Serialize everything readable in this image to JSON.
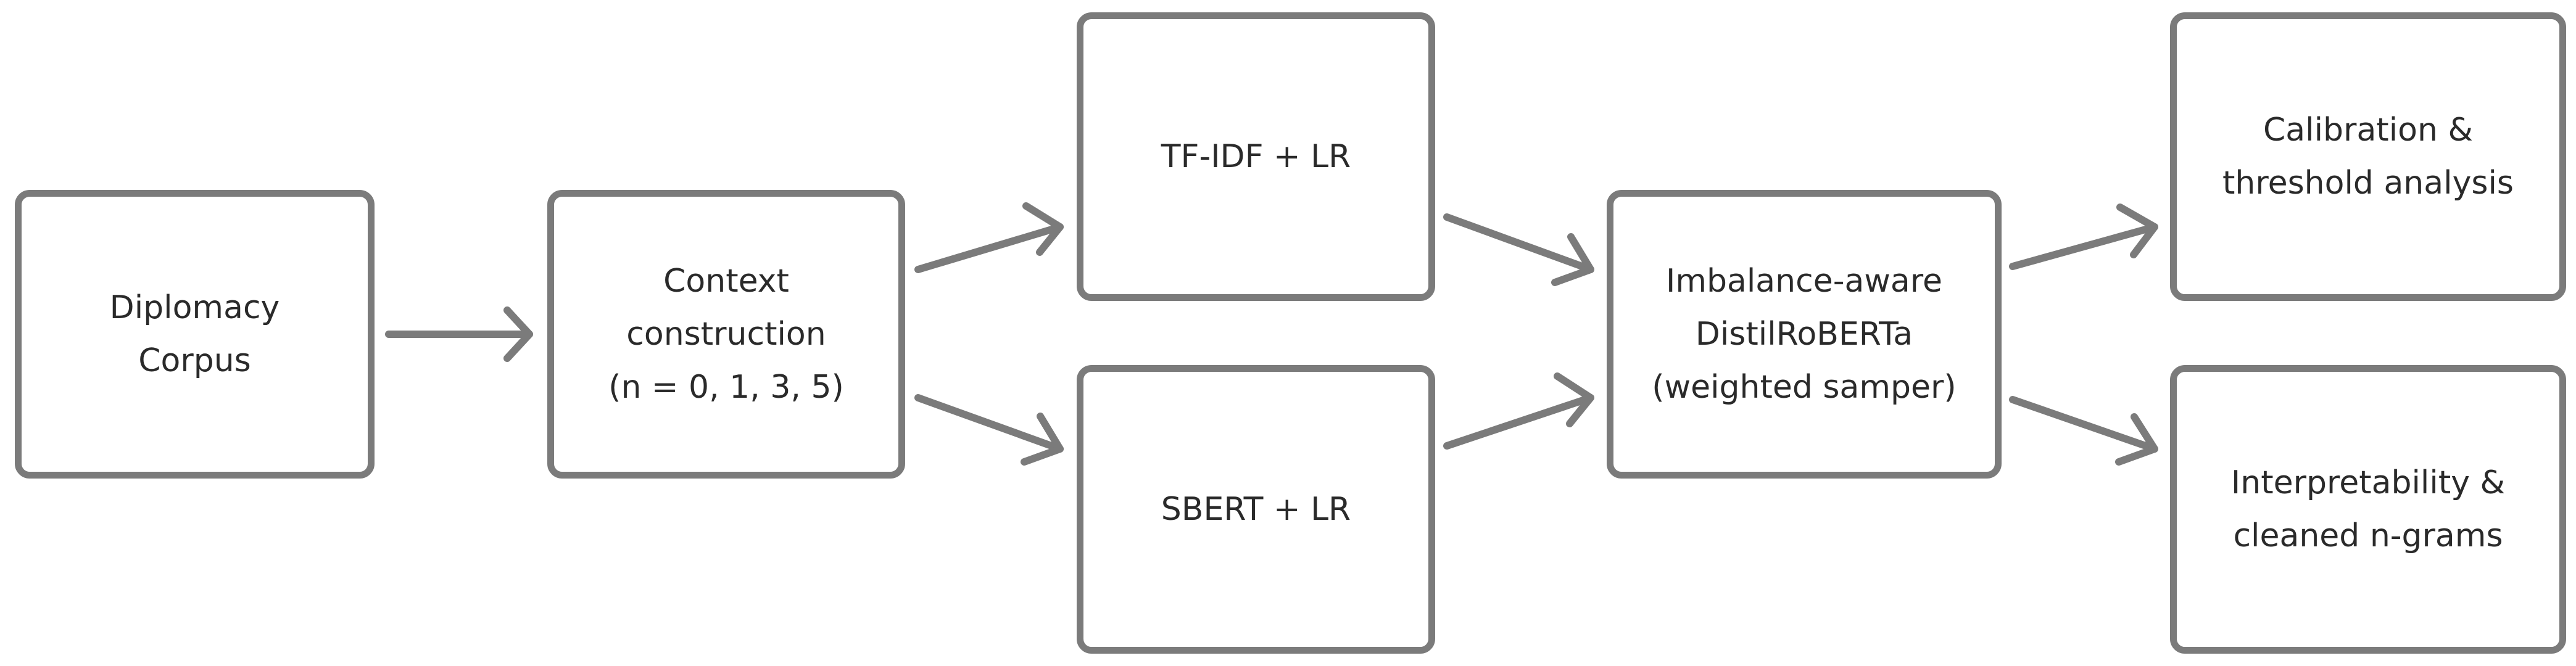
{
  "diagram": {
    "nodes": [
      {
        "id": "corpus",
        "label": "Diplomacy\nCorpus"
      },
      {
        "id": "context",
        "label": "Context\nconstruction\n(n = 0, 1, 3, 5)"
      },
      {
        "id": "tfidf",
        "label": "TF-IDF + LR"
      },
      {
        "id": "sbert",
        "label": "SBERT + LR"
      },
      {
        "id": "distil",
        "label": "Imbalance-aware\nDistilRoBERTa\n(weighted samper)"
      },
      {
        "id": "calib",
        "label": "Calibration &\nthreshold analysis"
      },
      {
        "id": "interp",
        "label": "Interpretability &\ncleaned n-grams"
      }
    ],
    "edges": [
      {
        "from": "corpus",
        "to": "context"
      },
      {
        "from": "context",
        "to": "tfidf"
      },
      {
        "from": "context",
        "to": "sbert"
      },
      {
        "from": "tfidf",
        "to": "distil"
      },
      {
        "from": "sbert",
        "to": "distil"
      },
      {
        "from": "distil",
        "to": "calib"
      },
      {
        "from": "distil",
        "to": "interp"
      }
    ],
    "colors": {
      "stroke": "#7b7b7b",
      "text": "#2a2a2a",
      "background": "#ffffff"
    }
  }
}
